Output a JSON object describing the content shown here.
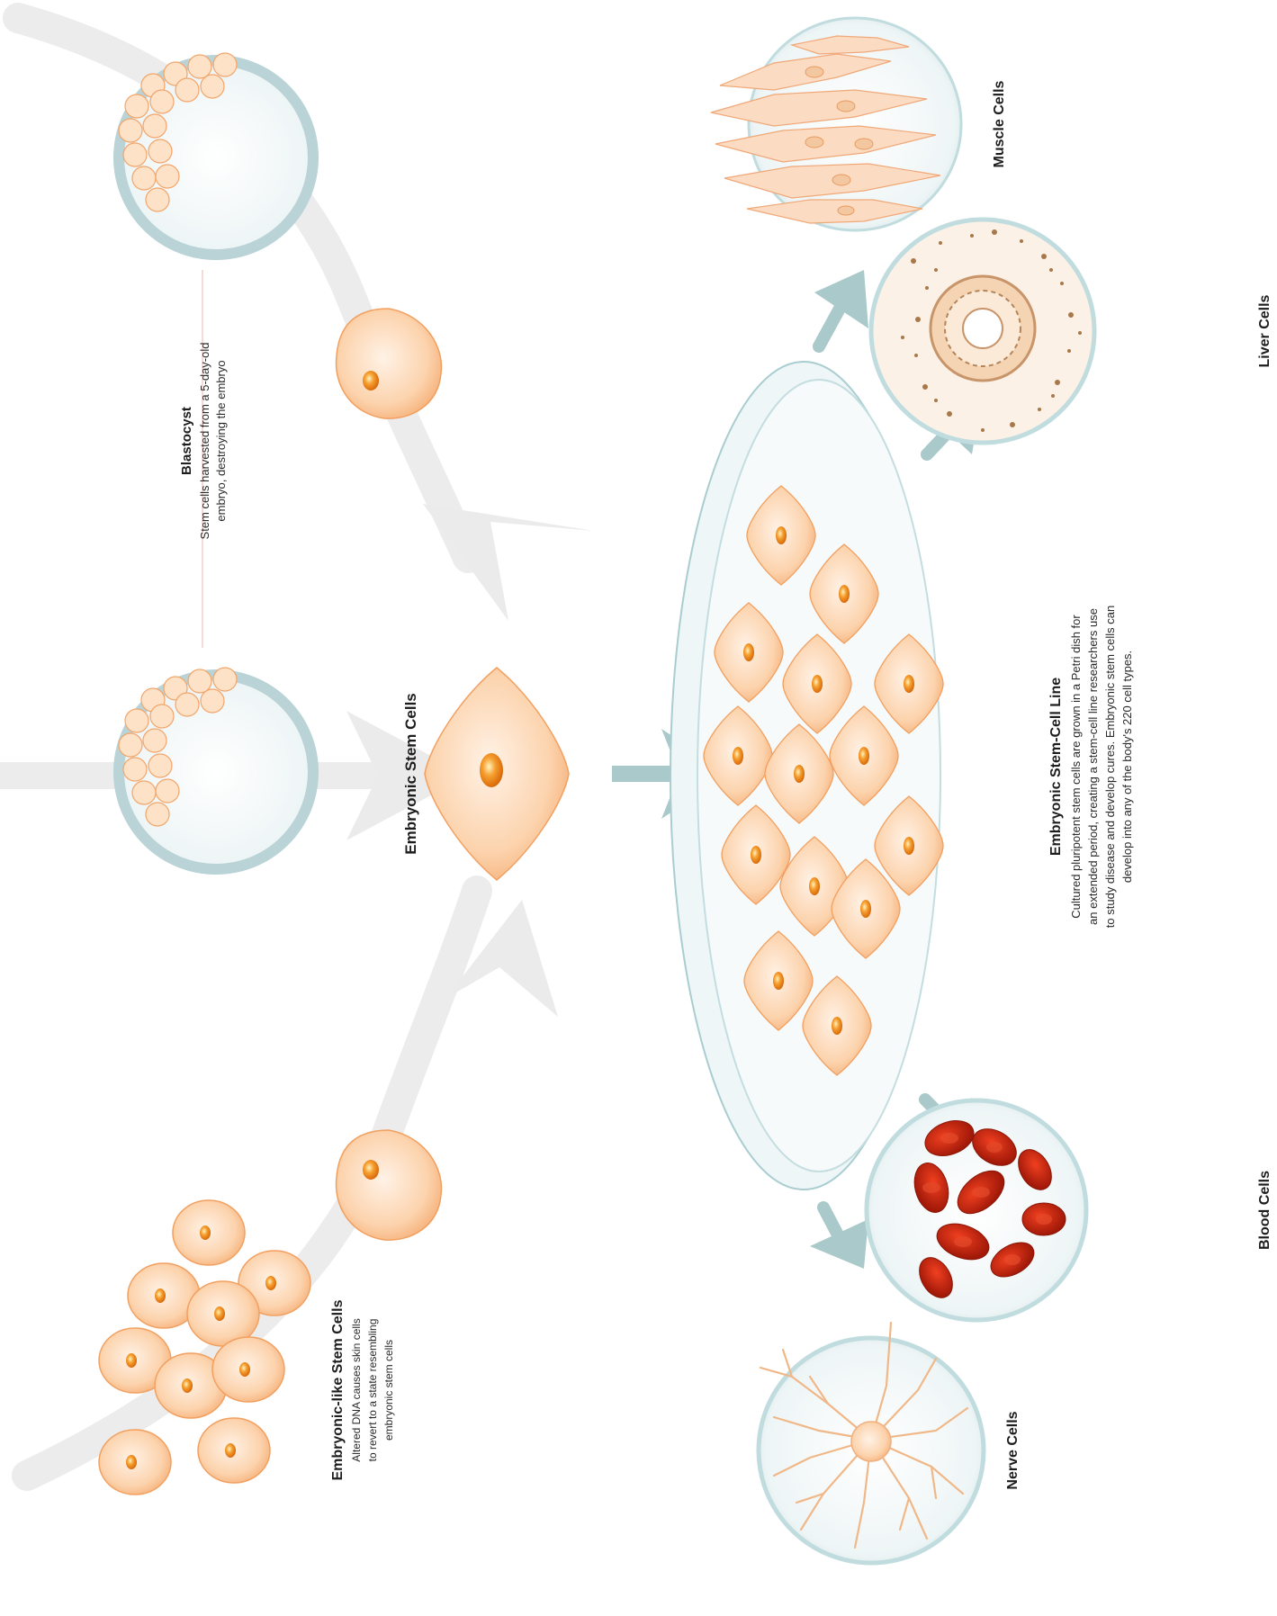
{
  "labels": {
    "blastocyst_title": "Blastocyst",
    "blastocyst_desc_1": "Stem cells harvested from a 5-day-old",
    "blastocyst_desc_2": "embryo, destroying the embryo",
    "esc": "Embryonic Stem Cells",
    "ipsc_title": "Embryonic-like Stem Cells",
    "ipsc_desc_1": "Altered DNA causes skin cells",
    "ipsc_desc_2": "to revert to a state resembling",
    "ipsc_desc_3": "embryonic stem cells",
    "line_title": "Embryonic Stem-Cell Line",
    "line_desc_1": "Cultured pluripotent stem cells are grown in a Petri dish for",
    "line_desc_2": "an extended period, creating a stem-cell line researchers use",
    "line_desc_3": "to study disease and develop cures. Embryonic stem cells can",
    "line_desc_4": "develop into any of the body's 220 cell types.",
    "muscle": "Muscle Cells",
    "liver": "Liver Cells",
    "blood": "Blood Cells",
    "nerve": "Nerve Cells"
  },
  "colors": {
    "cell_fill": "#fbd6b0",
    "cell_edge": "#f2a060",
    "nucleus": "#f08a20",
    "flow_arrow": "#ebebeb",
    "teal_arrow": "#a9c9ca",
    "dish": "#dfeef0",
    "dish_edge": "#a9cdd0",
    "blood": "#c8240c",
    "circle_ring": "#c0dcde"
  }
}
